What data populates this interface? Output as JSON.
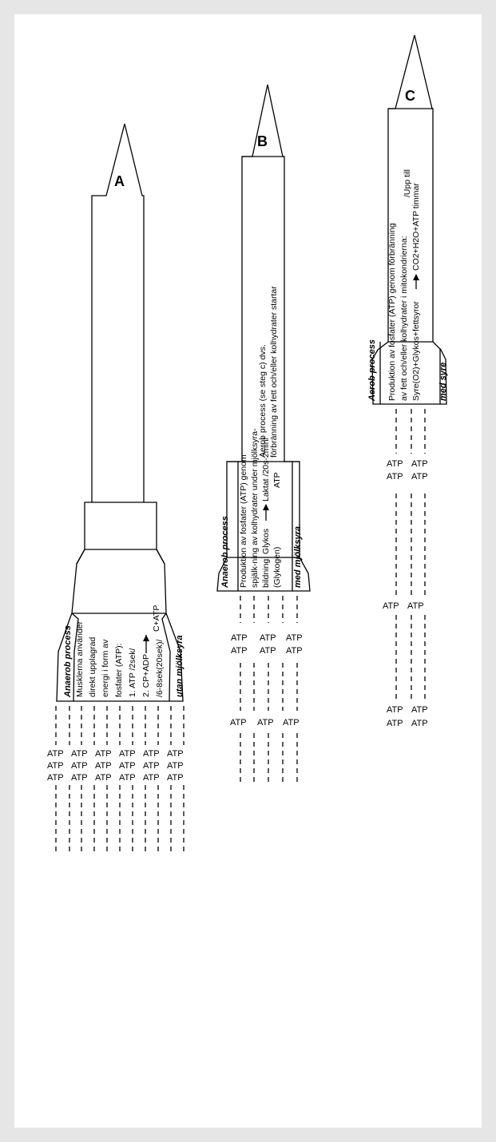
{
  "rockets": {
    "a": {
      "label": "A",
      "header": "Anaerob process",
      "text": [
        "Musklerna använder",
        "direkt upplagrad",
        "energi i form av",
        "fosfater (ATP):",
        "1. ATP /2sek/",
        "2. CP+ADP",
        "/6-8sek(20sek)/"
      ],
      "formula_product": "C+ATP",
      "footer": "utan mjölksyra",
      "atp_rows": [
        [
          "ATP",
          "ATP",
          "ATP",
          "ATP",
          "ATP",
          "ATP"
        ],
        [
          "ATP",
          "ATP",
          "ATP",
          "ATP",
          "ATP",
          "ATP"
        ],
        [
          "ATP",
          "ATP",
          "ATP",
          "ATP",
          "ATP",
          "ATP"
        ]
      ]
    },
    "b": {
      "label": "B",
      "header": "Anaerob process",
      "text": [
        "Produktion av fosfater (ATP) genom",
        "spjälk-ning av kolhydrater under mjölksyra-",
        "bildning: Glykos",
        "(Glykogen)"
      ],
      "formula_product": "Laktat /20s-2min/",
      "formula_sub": "ATP",
      "footer": "med mjölksyra",
      "upper_text": [
        "Aerob process (se steg c) dvs.",
        "förbränning av fett och/eller kolhydrater startar"
      ],
      "atp_rows_top": [
        [
          "ATP",
          "ATP",
          "ATP"
        ],
        [
          "ATP",
          "ATP",
          "ATP"
        ]
      ],
      "atp_row_bottom": [
        "ATP",
        "ATP",
        "ATP"
      ]
    },
    "c": {
      "label": "C",
      "header": "Aerob process",
      "text": [
        "Produktion av fosfater (ATP) genom förbränning",
        "av fett och/eller kolhydrater i mitokondrierna:",
        "Syre(O2)+Glykos+fettsyror"
      ],
      "time_note": "/Upp till",
      "formula_product": "CO2+H2O+ATP timmar",
      "footer": "med syre",
      "atp_rows_top": [
        [
          "ATP",
          "ATP"
        ],
        [
          "ATP",
          "ATP"
        ]
      ],
      "atp_row_mid": [
        "ATP",
        "ATP"
      ],
      "atp_rows_bottom": [
        [
          "ATP",
          "ATP"
        ],
        [
          "ATP",
          "ATP"
        ]
      ]
    }
  }
}
